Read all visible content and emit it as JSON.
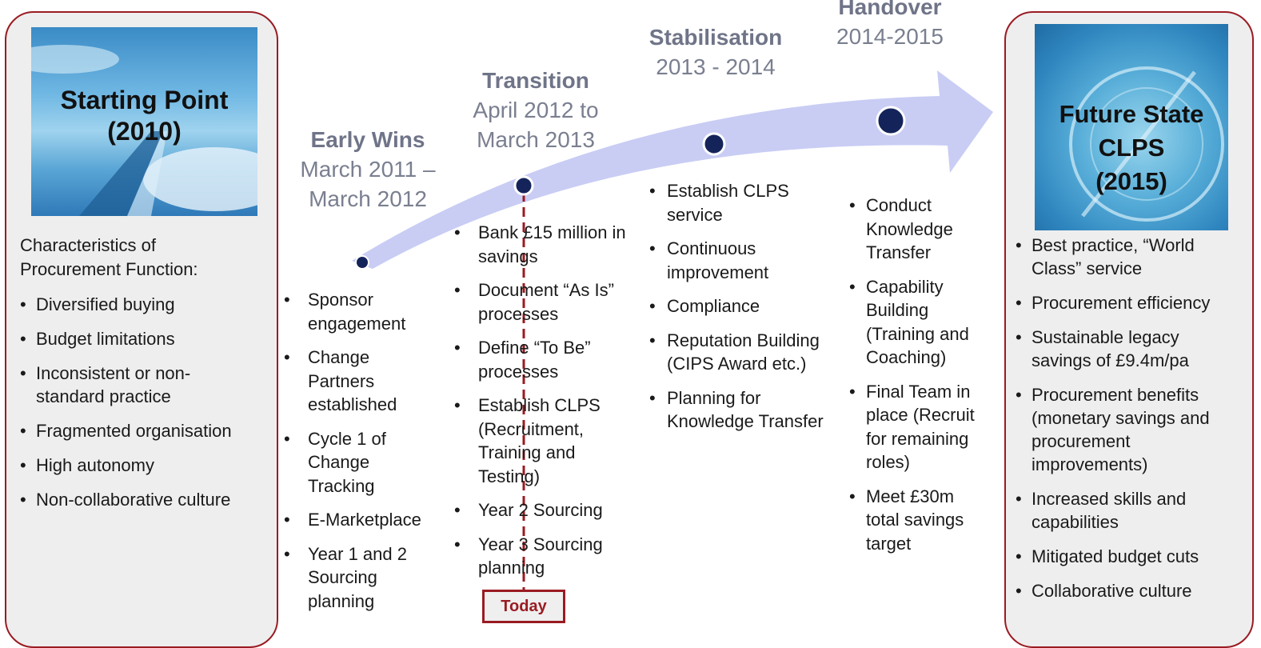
{
  "starting_point": {
    "title": "Starting Point\n(2010)",
    "intro": "Characteristics of\nProcurement Function:",
    "items": [
      "Diversified buying",
      "Budget limitations",
      "Inconsistent or non-\nstandard practice",
      "Fragmented organisation",
      "High autonomy",
      "Non-collaborative culture"
    ]
  },
  "phases": [
    {
      "name": "Early Wins",
      "dates": "March 2011 –\nMarch 2012",
      "items": [
        "Sponsor\nengagement",
        "Change\nPartners\nestablished",
        "Cycle 1 of\nChange\nTracking",
        "E-Marketplace",
        "Year 1 and  2\nSourcing\nplanning"
      ]
    },
    {
      "name": "Transition",
      "dates": "April 2012 to\nMarch 2013",
      "items": [
        "Bank £15 million in\nsavings",
        "Document “As Is”\nprocesses",
        "Define “To Be”\nprocesses",
        "Establish CLPS\n(Recruitment,\nTraining and\nTesting)",
        "Year 2 Sourcing",
        "Year 3 Sourcing\nplanning"
      ]
    },
    {
      "name": "Stabilisation",
      "dates": "2013 - 2014",
      "items": [
        "Establish CLPS\nservice",
        "Continuous\nimprovement",
        "Compliance",
        "Reputation Building\n(CIPS Award etc.)",
        "Planning  for\nKnowledge Transfer"
      ]
    },
    {
      "name": "Handover",
      "dates": "2014-2015",
      "items": [
        "Conduct\nKnowledge\nTransfer",
        "Capability\nBuilding\n(Training and\nCoaching)",
        "Final Team in\nplace (Recruit\nfor remaining\nroles)",
        "Meet £30m\ntotal savings\ntarget"
      ]
    }
  ],
  "today_label": "Today",
  "future_state": {
    "title": "Future State\nCLPS\n(2015)",
    "items": [
      "Best practice, “World\nClass” service",
      "Procurement efficiency",
      "Sustainable legacy\nsavings of £9.4m/pa",
      "Procurement benefits\n(monetary savings and\nprocurement\nimprovements)",
      "Increased skills and\ncapabilities",
      "Mitigated budget cuts",
      "Collaborative culture"
    ]
  },
  "colors": {
    "accent": "#9a1b22",
    "arrow": "#c9cdf4",
    "milestone": "#14245a",
    "phase_text": "#6f7488"
  }
}
